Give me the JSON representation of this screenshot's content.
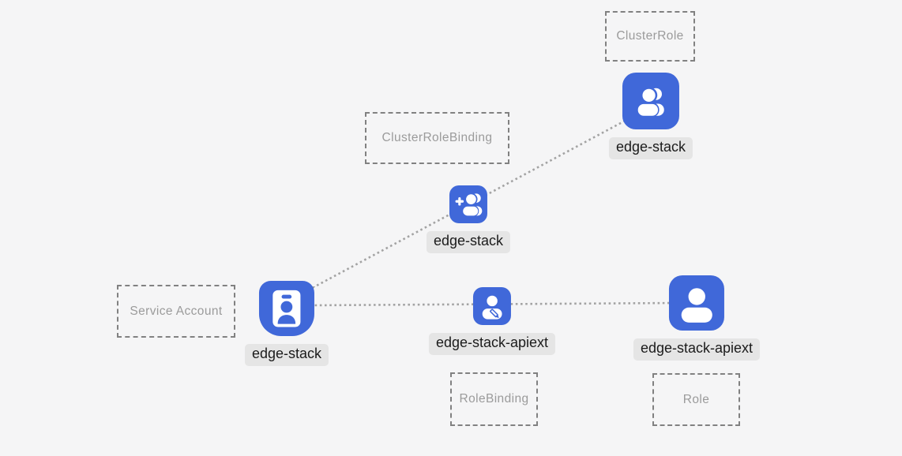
{
  "colors": {
    "background": "#f5f5f6",
    "node_blue": "#4068d9",
    "chip_bg": "#e5e5e5",
    "chip_text": "#1b1b1b",
    "box_border": "#818181",
    "box_text": "#9b9b9b",
    "edge_gray": "#a3a3a3"
  },
  "boxes": [
    {
      "label": "ClusterRole"
    },
    {
      "label": "ClusterRoleBinding"
    },
    {
      "label": "Service Account"
    },
    {
      "label": "RoleBinding"
    },
    {
      "label": "Role"
    }
  ],
  "nodes": [
    {
      "name": "edge-stack",
      "icon": "users-icon"
    },
    {
      "name": "edge-stack",
      "icon": "user-plus-icon"
    },
    {
      "name": "edge-stack",
      "icon": "id-badge-icon"
    },
    {
      "name": "edge-stack-apiext",
      "icon": "user-edit-icon"
    },
    {
      "name": "edge-stack-apiext",
      "icon": "user-icon"
    }
  ],
  "edges": [
    {
      "from": "edge-stack (ClusterRole)",
      "to": "edge-stack (Service Account)",
      "style": "dotted-arrow"
    },
    {
      "from": "edge-stack-apiext (Role)",
      "to": "edge-stack (Service Account)",
      "style": "dotted-arrow"
    }
  ]
}
